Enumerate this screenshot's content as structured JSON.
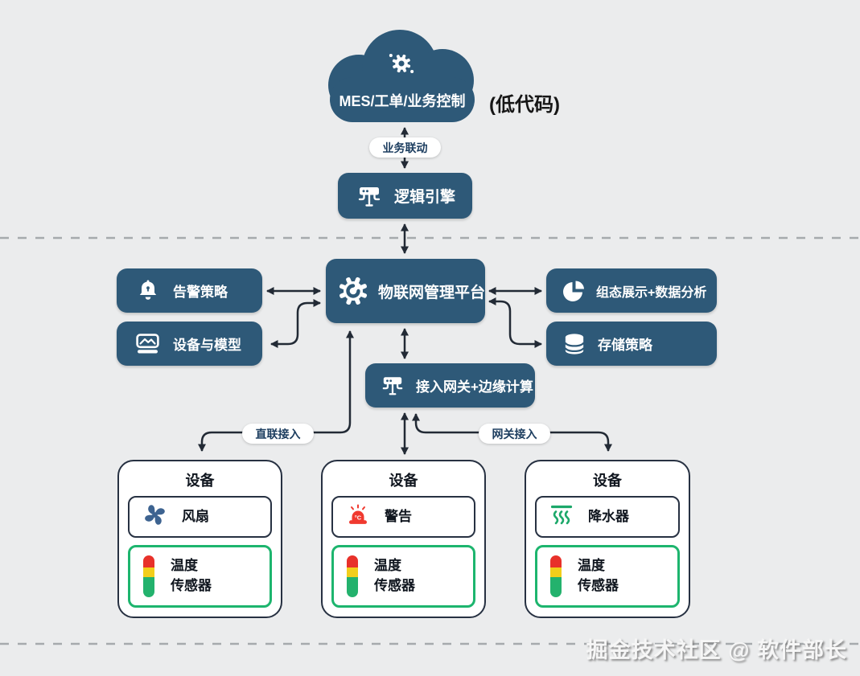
{
  "diagram": {
    "cloud": {
      "label": "MES/工单/业务控制",
      "icon": "gear-orbit-icon"
    },
    "low_code_note": "(低代码)",
    "connector_labels": {
      "business": "业务联动",
      "direct": "直联接入",
      "gateway": "网关接入"
    },
    "nodes": {
      "logic_engine": {
        "label": "逻辑引擎",
        "icon": "hub-icon"
      },
      "platform": {
        "label": "物联网管理平台",
        "icon": "gear-icon"
      },
      "alarm_policy": {
        "label": "告警策略",
        "icon": "bell-icon"
      },
      "device_model": {
        "label": "设备与模型",
        "icon": "image-card-icon"
      },
      "visualization": {
        "label": "组态展示+数据分析",
        "icon": "pie-chart-icon"
      },
      "storage_policy": {
        "label": "存储策略",
        "icon": "database-icon"
      },
      "gateway": {
        "label": "接入网关+边缘计算",
        "icon": "hub-icon"
      }
    },
    "devices": [
      {
        "title": "设备",
        "actuator": {
          "label": "风扇",
          "icon": "fan-icon"
        },
        "sensor": {
          "label_line1": "温度",
          "label_line2": "传感器",
          "icon": "traffic-light-icon"
        }
      },
      {
        "title": "设备",
        "actuator": {
          "label": "警告",
          "icon": "siren-icon",
          "icon_text": "°C"
        },
        "sensor": {
          "label_line1": "温度",
          "label_line2": "传感器",
          "icon": "traffic-light-icon"
        }
      },
      {
        "title": "设备",
        "actuator": {
          "label": "降水器",
          "icon": "sprinkler-icon"
        },
        "sensor": {
          "label_line1": "温度",
          "label_line2": "传感器",
          "icon": "traffic-light-icon"
        }
      }
    ],
    "watermark": "掘金技术社区 @ 软件部长",
    "colors": {
      "node_fill": "#2E5978",
      "background": "#EBECED",
      "connector": "#222A35",
      "dashed_divider": "#A6AAAD",
      "sensor_border": "#1DB56E",
      "traffic_red": "#E8312A",
      "traffic_yellow": "#F2CE1B",
      "traffic_green": "#23B26D",
      "fan_blue": "#3D6390",
      "siren_red": "#F0392F",
      "sprinkler_green": "#1CA86A",
      "pill_text": "#1C3D5F"
    }
  }
}
